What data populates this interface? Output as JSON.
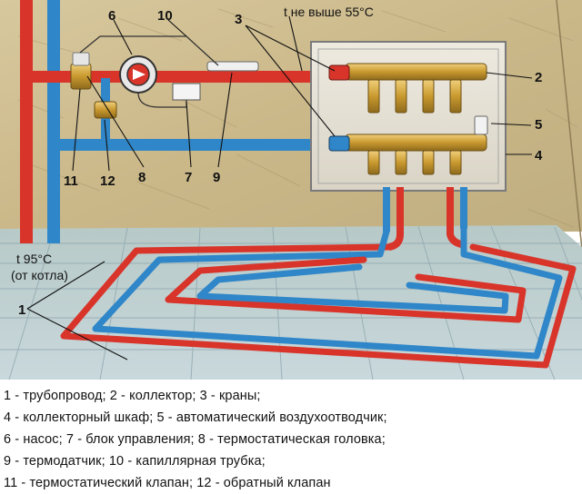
{
  "labels": {
    "n1": "1",
    "n2": "2",
    "n3": "3",
    "n4": "4",
    "n5": "5",
    "n6": "6",
    "n7": "7",
    "n8": "8",
    "n9": "9",
    "n10": "10",
    "n11": "11",
    "n12": "12",
    "t_max": "t не выше 55°C",
    "t_boiler": "t 95°C",
    "t_boiler_sub": "(от котла)"
  },
  "legend": [
    "1 - трубопровод; 2 - коллектор; 3 - краны;",
    "4 - коллекторный шкаф; 5 - автоматический воздухоотводчик;",
    "6 - насос; 7 - блок управления; 8 - термостатическая головка;",
    "9 - термодатчик; 10 - капиллярная трубка;",
    "11 - термостатический клапан; 12 - обратный клапан"
  ],
  "colors": {
    "supply_pipe": "#d8342a",
    "return_pipe": "#2f86c8",
    "collector": "#caa043",
    "wall": "#cdbb8e",
    "floor": "#b9cdd3"
  }
}
